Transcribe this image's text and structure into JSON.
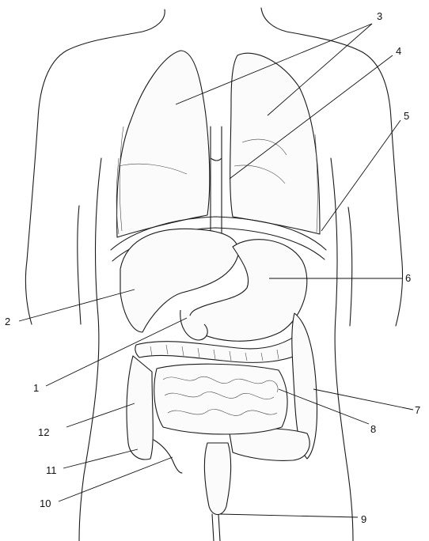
{
  "labels": [
    {
      "id": "1",
      "text": "1"
    },
    {
      "id": "2",
      "text": "2"
    },
    {
      "id": "3",
      "text": "3"
    },
    {
      "id": "4",
      "text": "4"
    },
    {
      "id": "5",
      "text": "5"
    },
    {
      "id": "6",
      "text": "6"
    },
    {
      "id": "7",
      "text": "7"
    },
    {
      "id": "8",
      "text": "8"
    },
    {
      "id": "9",
      "text": "9"
    },
    {
      "id": "10",
      "text": "10"
    },
    {
      "id": "11",
      "text": "11"
    },
    {
      "id": "12",
      "text": "12"
    }
  ],
  "colors": {
    "ink": "#1a1a1a",
    "background": "#ffffff",
    "organ_fill": "#fbfbfb"
  }
}
